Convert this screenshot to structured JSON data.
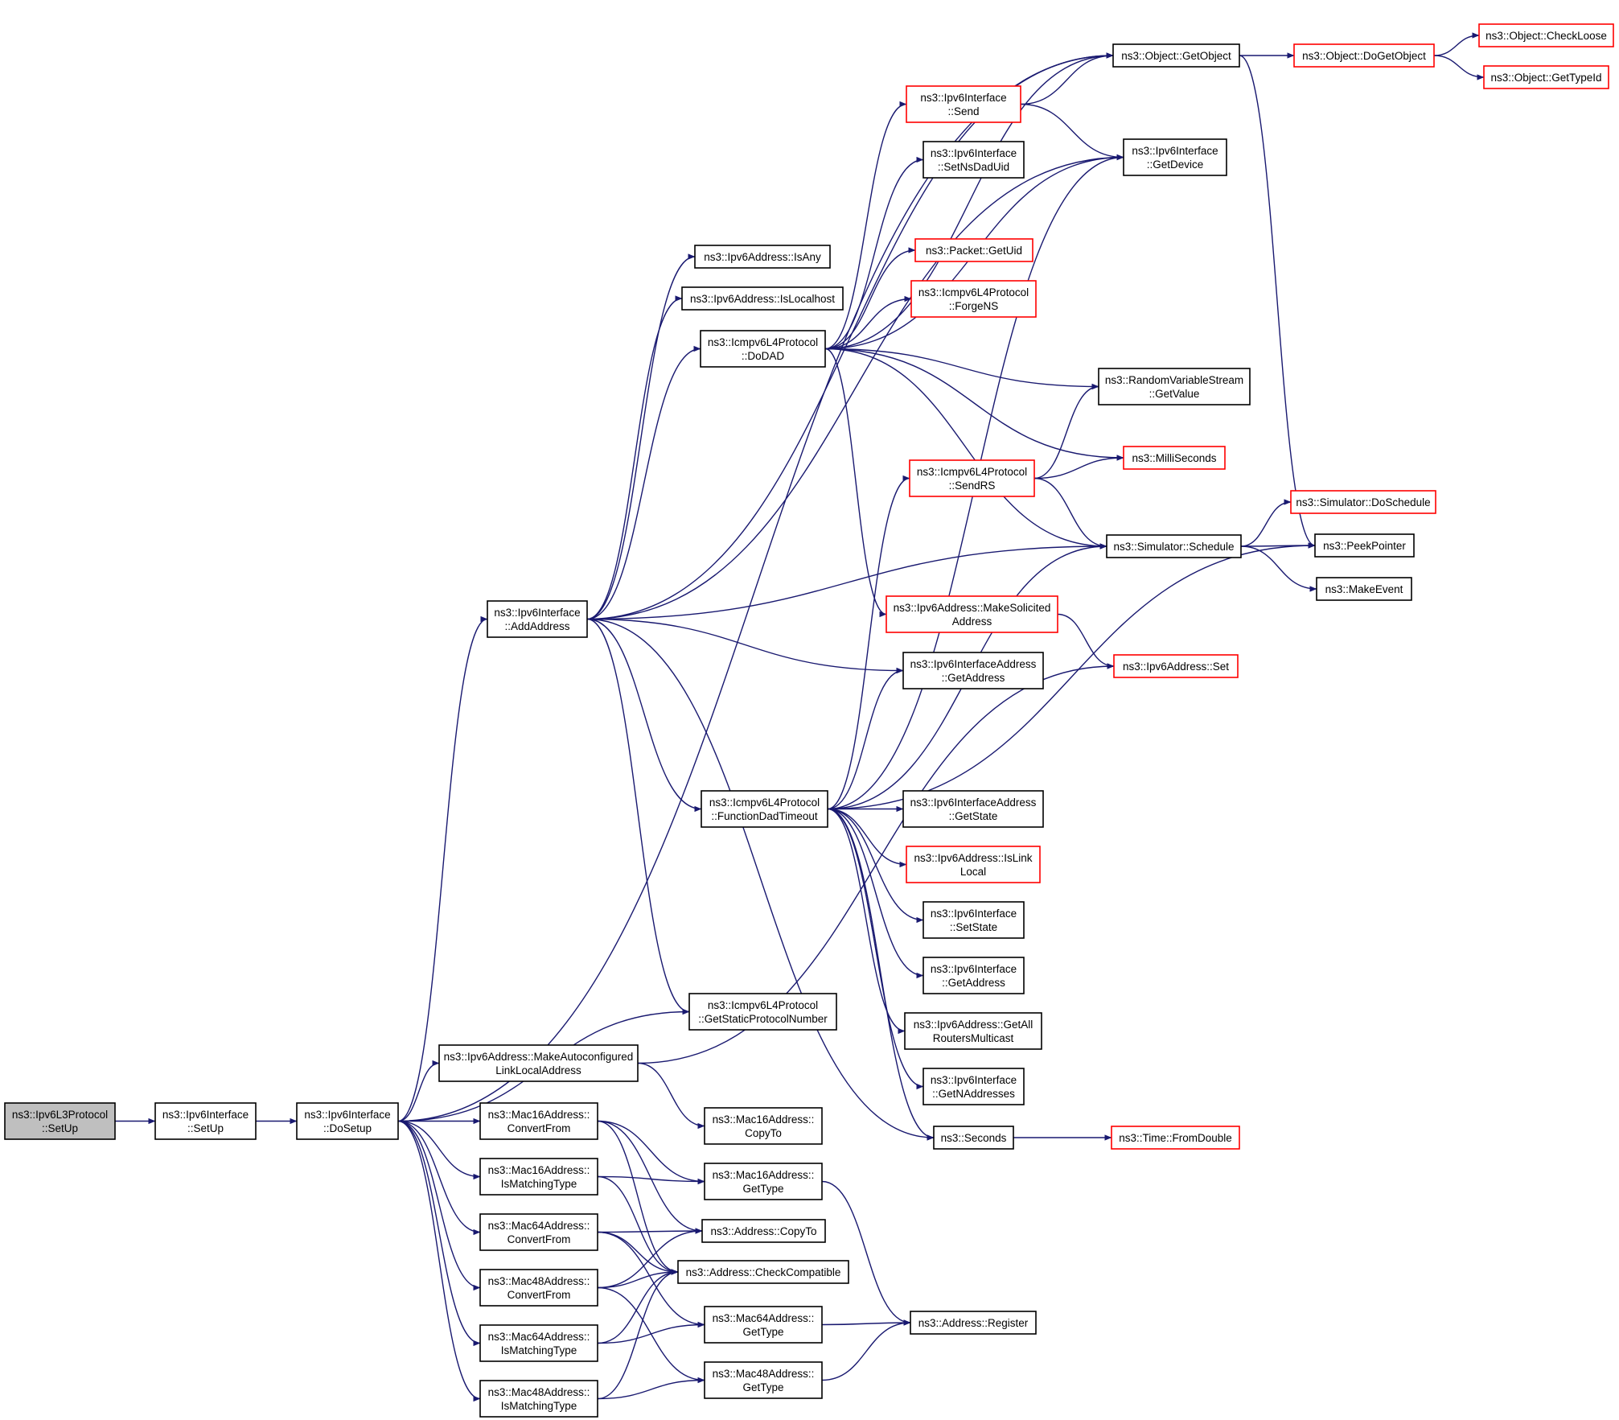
{
  "diagram": {
    "colors": {
      "edge": "#191970",
      "box_border": "#000000",
      "box_border_truncated": "#ff0000",
      "root_fill": "#bfbfbf",
      "box_fill": "#ffffff"
    },
    "nodes": [
      {
        "id": "l3setup",
        "lines": [
          "ns3::Ipv6L3Protocol",
          "::SetUp"
        ],
        "style": "root"
      },
      {
        "id": "ifsetup",
        "lines": [
          "ns3::Ipv6Interface",
          "::SetUp"
        ],
        "style": "normal"
      },
      {
        "id": "dosetup",
        "lines": [
          "ns3::Ipv6Interface",
          "::DoSetup"
        ],
        "style": "normal"
      },
      {
        "id": "addaddr",
        "lines": [
          "ns3::Ipv6Interface",
          "::AddAddress"
        ],
        "style": "normal"
      },
      {
        "id": "isany",
        "lines": [
          "ns3::Ipv6Address::IsAny"
        ],
        "style": "normal"
      },
      {
        "id": "islocalhost",
        "lines": [
          "ns3::Ipv6Address::IsLocalhost"
        ],
        "style": "normal"
      },
      {
        "id": "dodad",
        "lines": [
          "ns3::Icmpv6L4Protocol",
          "::DoDAD"
        ],
        "style": "normal"
      },
      {
        "id": "getobject",
        "lines": [
          "ns3::Object::GetObject"
        ],
        "style": "normal"
      },
      {
        "id": "dogetobject",
        "lines": [
          "ns3::Object::DoGetObject"
        ],
        "style": "truncated"
      },
      {
        "id": "checkloose",
        "lines": [
          "ns3::Object::CheckLoose"
        ],
        "style": "truncated"
      },
      {
        "id": "gettypeid",
        "lines": [
          "ns3::Object::GetTypeId"
        ],
        "style": "truncated"
      },
      {
        "id": "send",
        "lines": [
          "ns3::Ipv6Interface",
          "::Send"
        ],
        "style": "truncated"
      },
      {
        "id": "getdevice",
        "lines": [
          "ns3::Ipv6Interface",
          "::GetDevice"
        ],
        "style": "normal"
      },
      {
        "id": "setnsdaduid",
        "lines": [
          "ns3::Ipv6Interface",
          "::SetNsDadUid"
        ],
        "style": "normal"
      },
      {
        "id": "getuid",
        "lines": [
          "ns3::Packet::GetUid"
        ],
        "style": "truncated"
      },
      {
        "id": "forgens",
        "lines": [
          "ns3::Icmpv6L4Protocol",
          "::ForgeNS"
        ],
        "style": "truncated"
      },
      {
        "id": "rvsgetvalue",
        "lines": [
          "ns3::RandomVariableStream",
          "::GetValue"
        ],
        "style": "normal"
      },
      {
        "id": "milliseconds",
        "lines": [
          "ns3::MilliSeconds"
        ],
        "style": "truncated"
      },
      {
        "id": "sendrs",
        "lines": [
          "ns3::Icmpv6L4Protocol",
          "::SendRS"
        ],
        "style": "truncated"
      },
      {
        "id": "schedule",
        "lines": [
          "ns3::Simulator::Schedule"
        ],
        "style": "normal"
      },
      {
        "id": "doschedule",
        "lines": [
          "ns3::Simulator::DoSchedule"
        ],
        "style": "truncated"
      },
      {
        "id": "peekpointer",
        "lines": [
          "ns3::PeekPointer"
        ],
        "style": "normal"
      },
      {
        "id": "makeevent",
        "lines": [
          "ns3::MakeEvent"
        ],
        "style": "normal"
      },
      {
        "id": "makesolicited",
        "lines": [
          "ns3::Ipv6Address::MakeSolicited",
          "Address"
        ],
        "style": "truncated"
      },
      {
        "id": "ifaddrgetaddress",
        "lines": [
          "ns3::Ipv6InterfaceAddress",
          "::GetAddress"
        ],
        "style": "normal"
      },
      {
        "id": "ipv6set",
        "lines": [
          "ns3::Ipv6Address::Set"
        ],
        "style": "truncated"
      },
      {
        "id": "fdt",
        "lines": [
          "ns3::Icmpv6L4Protocol",
          "::FunctionDadTimeout"
        ],
        "style": "normal"
      },
      {
        "id": "ifaddrgetstate",
        "lines": [
          "ns3::Ipv6InterfaceAddress",
          "::GetState"
        ],
        "style": "normal"
      },
      {
        "id": "islinklocal",
        "lines": [
          "ns3::Ipv6Address::IsLink",
          "Local"
        ],
        "style": "truncated"
      },
      {
        "id": "ifsetstate",
        "lines": [
          "ns3::Ipv6Interface",
          "::SetState"
        ],
        "style": "normal"
      },
      {
        "id": "ifgetaddress",
        "lines": [
          "ns3::Ipv6Interface",
          "::GetAddress"
        ],
        "style": "normal"
      },
      {
        "id": "getallrouters",
        "lines": [
          "ns3::Ipv6Address::GetAll",
          "RoutersMulticast"
        ],
        "style": "normal"
      },
      {
        "id": "getnaddresses",
        "lines": [
          "ns3::Ipv6Interface",
          "::GetNAddresses"
        ],
        "style": "normal"
      },
      {
        "id": "getstaticproto",
        "lines": [
          "ns3::Icmpv6L4Protocol",
          "::GetStaticProtocolNumber"
        ],
        "style": "normal"
      },
      {
        "id": "makeautoll",
        "lines": [
          "ns3::Ipv6Address::MakeAutoconfigured",
          "LinkLocalAddress"
        ],
        "style": "normal"
      },
      {
        "id": "seconds",
        "lines": [
          "ns3::Seconds"
        ],
        "style": "normal"
      },
      {
        "id": "fromdouble",
        "lines": [
          "ns3::Time::FromDouble"
        ],
        "style": "truncated"
      },
      {
        "id": "m16convert",
        "lines": [
          "ns3::Mac16Address::",
          "ConvertFrom"
        ],
        "style": "normal"
      },
      {
        "id": "m16copyto",
        "lines": [
          "ns3::Mac16Address::",
          "CopyTo"
        ],
        "style": "normal"
      },
      {
        "id": "m16gettype",
        "lines": [
          "ns3::Mac16Address::",
          "GetType"
        ],
        "style": "normal"
      },
      {
        "id": "m16ismatching",
        "lines": [
          "ns3::Mac16Address::",
          "IsMatchingType"
        ],
        "style": "normal"
      },
      {
        "id": "m64convert",
        "lines": [
          "ns3::Mac64Address::",
          "ConvertFrom"
        ],
        "style": "normal"
      },
      {
        "id": "addrcopyto",
        "lines": [
          "ns3::Address::CopyTo"
        ],
        "style": "normal"
      },
      {
        "id": "checkcompat",
        "lines": [
          "ns3::Address::CheckCompatible"
        ],
        "style": "normal"
      },
      {
        "id": "m48convert",
        "lines": [
          "ns3::Mac48Address::",
          "ConvertFrom"
        ],
        "style": "normal"
      },
      {
        "id": "m64gettype",
        "lines": [
          "ns3::Mac64Address::",
          "GetType"
        ],
        "style": "normal"
      },
      {
        "id": "addrregister",
        "lines": [
          "ns3::Address::Register"
        ],
        "style": "normal"
      },
      {
        "id": "m64ismatching",
        "lines": [
          "ns3::Mac64Address::",
          "IsMatchingType"
        ],
        "style": "normal"
      },
      {
        "id": "m48gettype",
        "lines": [
          "ns3::Mac48Address::",
          "GetType"
        ],
        "style": "normal"
      },
      {
        "id": "m48ismatching",
        "lines": [
          "ns3::Mac48Address::",
          "IsMatchingType"
        ],
        "style": "normal"
      }
    ],
    "edges": [
      [
        "l3setup",
        "ifsetup"
      ],
      [
        "ifsetup",
        "dosetup"
      ],
      [
        "dosetup",
        "addaddr"
      ],
      [
        "dosetup",
        "getobject"
      ],
      [
        "dosetup",
        "getstaticproto"
      ],
      [
        "dosetup",
        "makeautoll"
      ],
      [
        "dosetup",
        "m16convert"
      ],
      [
        "dosetup",
        "m16ismatching"
      ],
      [
        "dosetup",
        "m64convert"
      ],
      [
        "dosetup",
        "m48convert"
      ],
      [
        "dosetup",
        "m64ismatching"
      ],
      [
        "dosetup",
        "m48ismatching"
      ],
      [
        "addaddr",
        "getobject"
      ],
      [
        "addaddr",
        "getdevice"
      ],
      [
        "addaddr",
        "isany"
      ],
      [
        "addaddr",
        "islocalhost"
      ],
      [
        "addaddr",
        "dodad"
      ],
      [
        "addaddr",
        "schedule"
      ],
      [
        "addaddr",
        "ifaddrgetaddress"
      ],
      [
        "addaddr",
        "fdt"
      ],
      [
        "addaddr",
        "getstaticproto"
      ],
      [
        "addaddr",
        "seconds"
      ],
      [
        "dodad",
        "getobject"
      ],
      [
        "dodad",
        "send"
      ],
      [
        "dodad",
        "setnsdaduid"
      ],
      [
        "dodad",
        "getdevice"
      ],
      [
        "dodad",
        "getuid"
      ],
      [
        "dodad",
        "forgens"
      ],
      [
        "dodad",
        "rvsgetvalue"
      ],
      [
        "dodad",
        "milliseconds"
      ],
      [
        "dodad",
        "schedule"
      ],
      [
        "dodad",
        "makesolicited"
      ],
      [
        "getobject",
        "dogetobject"
      ],
      [
        "getobject",
        "peekpointer"
      ],
      [
        "dogetobject",
        "checkloose"
      ],
      [
        "dogetobject",
        "gettypeid"
      ],
      [
        "send",
        "getobject"
      ],
      [
        "send",
        "getdevice"
      ],
      [
        "sendrs",
        "rvsgetvalue"
      ],
      [
        "sendrs",
        "milliseconds"
      ],
      [
        "sendrs",
        "schedule"
      ],
      [
        "schedule",
        "doschedule"
      ],
      [
        "schedule",
        "peekpointer"
      ],
      [
        "schedule",
        "makeevent"
      ],
      [
        "makesolicited",
        "ipv6set"
      ],
      [
        "fdt",
        "getdevice"
      ],
      [
        "fdt",
        "sendrs"
      ],
      [
        "fdt",
        "ifaddrgetaddress"
      ],
      [
        "fdt",
        "schedule"
      ],
      [
        "fdt",
        "peekpointer"
      ],
      [
        "fdt",
        "ifaddrgetstate"
      ],
      [
        "fdt",
        "islinklocal"
      ],
      [
        "fdt",
        "ifsetstate"
      ],
      [
        "fdt",
        "ifgetaddress"
      ],
      [
        "fdt",
        "getallrouters"
      ],
      [
        "fdt",
        "getnaddresses"
      ],
      [
        "fdt",
        "seconds"
      ],
      [
        "makeautoll",
        "ipv6set"
      ],
      [
        "makeautoll",
        "m16copyto"
      ],
      [
        "seconds",
        "fromdouble"
      ],
      [
        "m16convert",
        "m16gettype"
      ],
      [
        "m16convert",
        "addrcopyto"
      ],
      [
        "m16convert",
        "checkcompat"
      ],
      [
        "m16ismatching",
        "m16gettype"
      ],
      [
        "m16ismatching",
        "checkcompat"
      ],
      [
        "m64convert",
        "addrcopyto"
      ],
      [
        "m64convert",
        "checkcompat"
      ],
      [
        "m64convert",
        "m64gettype"
      ],
      [
        "m48convert",
        "addrcopyto"
      ],
      [
        "m48convert",
        "checkcompat"
      ],
      [
        "m48convert",
        "m48gettype"
      ],
      [
        "m64ismatching",
        "checkcompat"
      ],
      [
        "m64ismatching",
        "m64gettype"
      ],
      [
        "m48ismatching",
        "checkcompat"
      ],
      [
        "m48ismatching",
        "m48gettype"
      ],
      [
        "m16gettype",
        "addrregister"
      ],
      [
        "m64gettype",
        "addrregister"
      ],
      [
        "m48gettype",
        "addrregister"
      ]
    ]
  }
}
